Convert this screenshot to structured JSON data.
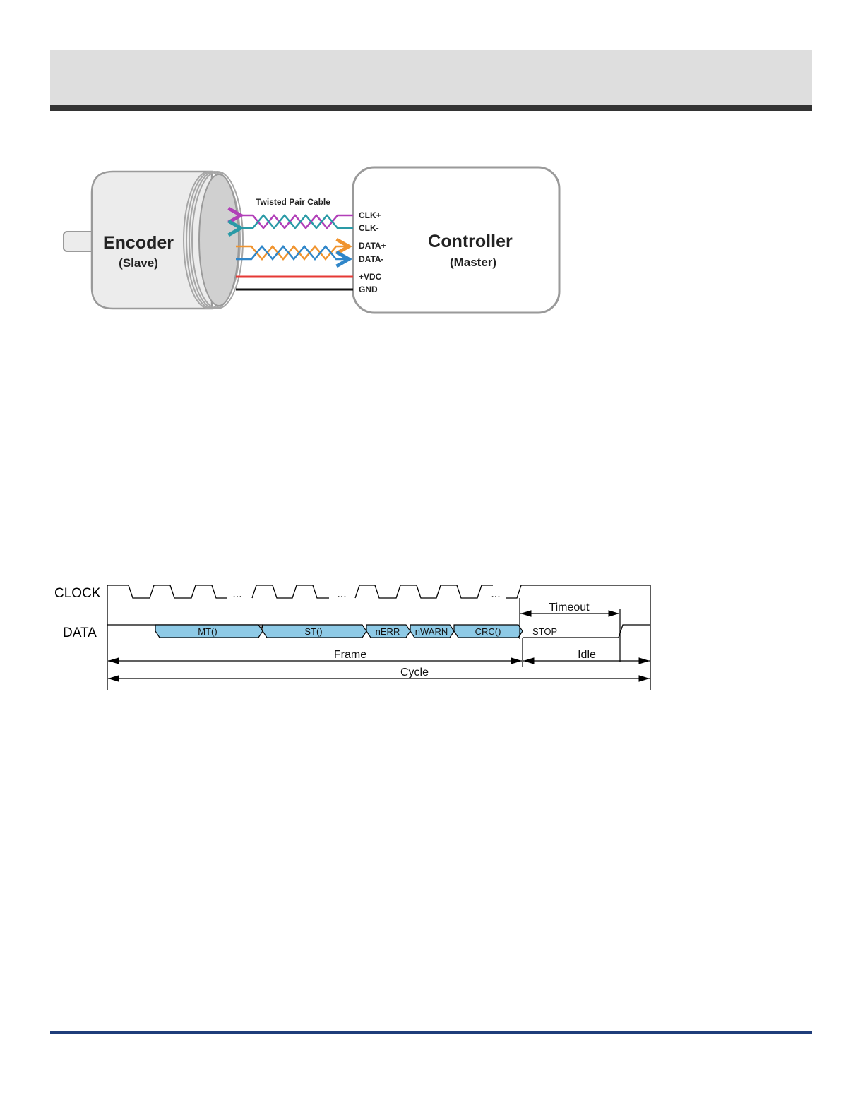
{
  "connection_diagram": {
    "encoder_title": "Encoder",
    "encoder_role": "(Slave)",
    "controller_title": "Controller",
    "controller_role": "(Master)",
    "cable_label": "Twisted Pair Cable",
    "pins": [
      "CLK+",
      "CLK-",
      "DATA+",
      "DATA-",
      "+VDC",
      "GND"
    ],
    "colors": {
      "clk_plus": "#b13fb8",
      "clk_minus": "#2a9aa6",
      "data_plus": "#f0942f",
      "data_minus": "#2f86c9",
      "vdc": "#e53935",
      "gnd": "#111111",
      "body_fill": "#ececec",
      "body_stroke": "#9a9a9a"
    }
  },
  "timing_diagram": {
    "clock_label": "CLOCK",
    "data_label": "DATA",
    "ellipsis": "...",
    "fields": [
      "MT()",
      "ST()",
      "nERR",
      "nWARN",
      "CRC()"
    ],
    "stop_label": "STOP",
    "timeout_label": "Timeout",
    "frame_label": "Frame",
    "idle_label": "Idle",
    "cycle_label": "Cycle",
    "field_color": "#8ecae6"
  }
}
